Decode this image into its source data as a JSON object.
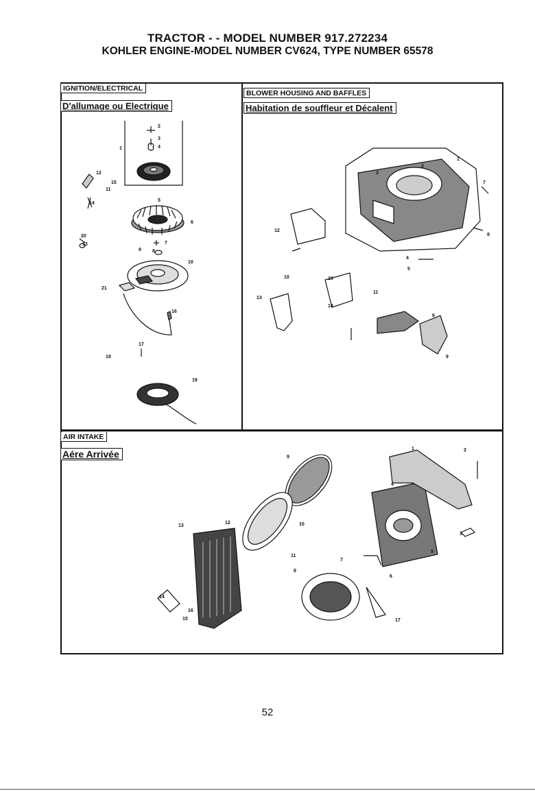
{
  "header": {
    "title_line1": "TRACTOR - - MODEL NUMBER 917.272234",
    "title_line2": "KOHLER ENGINE-MODEL NUMBER CV624, TYPE NUMBER 65578"
  },
  "sections": {
    "ignition": {
      "label_en": "IGNITION/ELECTRICAL",
      "label_fr": "D'allumage ou Electrique",
      "callouts": [
        "1",
        "2",
        "3",
        "4",
        "5",
        "6",
        "7",
        "8",
        "9",
        "10",
        "11",
        "12",
        "13",
        "14",
        "15",
        "16",
        "17",
        "18",
        "19",
        "20",
        "21"
      ]
    },
    "blower": {
      "label_en": "BLOWER HOUSING AND BAFFLES",
      "label_fr": "Habitation de souffleur et Décalent",
      "callouts": [
        "1",
        "2",
        "3",
        "4",
        "5",
        "6",
        "7",
        "8",
        "9",
        "10",
        "11",
        "12",
        "13",
        "14",
        "15"
      ]
    },
    "air_intake": {
      "label_en": "AIR INTAKE",
      "label_fr": "Aére Arrivée",
      "callouts": [
        "1",
        "2",
        "3",
        "4",
        "5",
        "6",
        "7",
        "8",
        "9",
        "10",
        "11",
        "12",
        "13",
        "14",
        "15",
        "16",
        "17"
      ]
    }
  },
  "footer": {
    "page_number": "52"
  }
}
